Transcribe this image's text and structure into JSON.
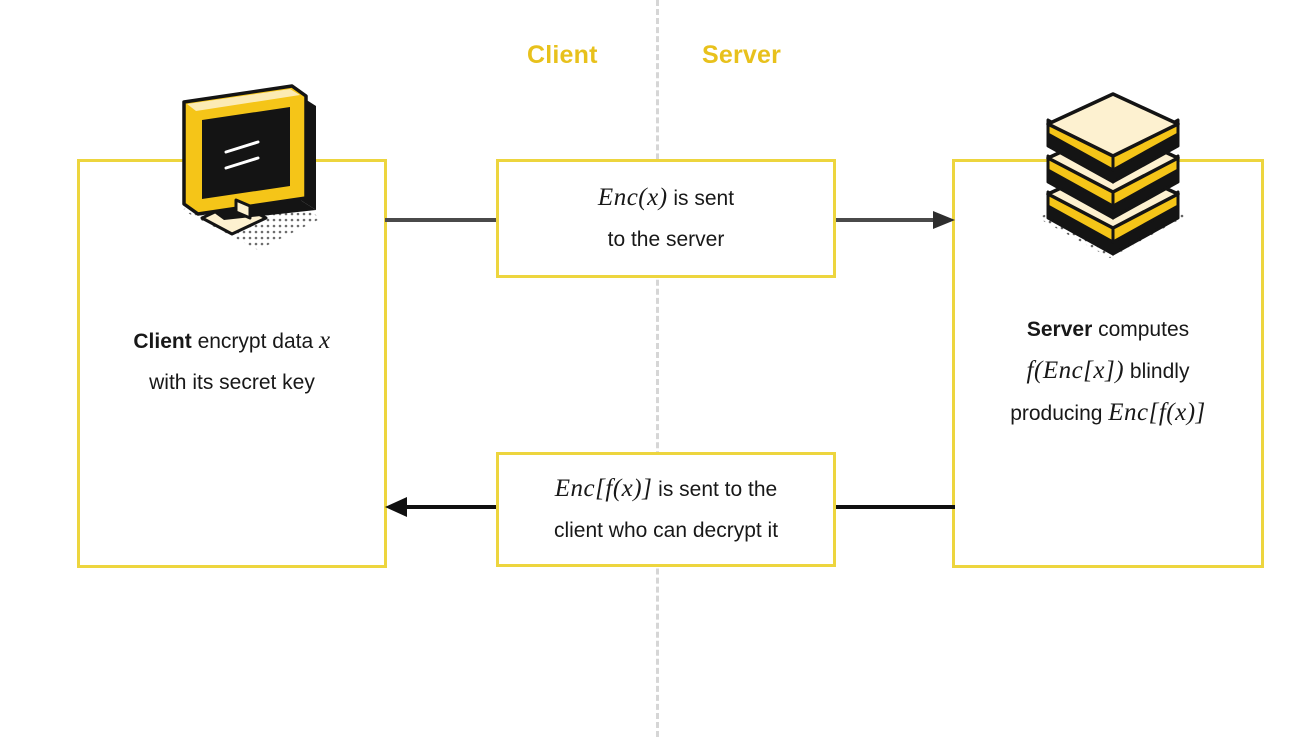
{
  "diagram": {
    "title_hidden": "Homomorphic encryption client-server flow",
    "colors": {
      "heading_yellow": "#e8c11c",
      "border_yellow": "#edd53e",
      "arrow_gray": "#4a4a4a",
      "arrow_black": "#101010",
      "divider_gray": "#d6d6d6",
      "screen_black": "#141414",
      "cream": "#fdf1d0",
      "text_dark": "#181818"
    },
    "divider": {
      "name": "client-server-divider",
      "style": "dashed"
    }
  },
  "headings": {
    "client": "Client",
    "server": "Server"
  },
  "client_panel": {
    "caption_line1_bold": "Client",
    "caption_line1_rest": " encrypt data ",
    "caption_line1_math": "x",
    "caption_line2": "with its secret key",
    "icon": "monitor-icon"
  },
  "server_panel": {
    "caption_line1_bold": "Server",
    "caption_line1_rest": " computes",
    "caption_line2_math": "f(Enc[x])",
    "caption_line2_rest": " blindly",
    "caption_line3_rest": "producing ",
    "caption_line3_math": "Enc[f(x)]",
    "icon": "server-stack-icon"
  },
  "messages": [
    {
      "id": "request",
      "math": "Enc(x)",
      "line1_rest": "  is sent",
      "line2": "to the server",
      "arrow": {
        "name": "arrow-client-to-server",
        "direction": "right",
        "color": "#4a4a4a"
      }
    },
    {
      "id": "response",
      "math": "Enc[f(x)]",
      "line1_rest": " is sent to the",
      "line2": "client who can decrypt it",
      "arrow": {
        "name": "arrow-server-to-client",
        "direction": "left",
        "color": "#101010"
      }
    }
  ]
}
